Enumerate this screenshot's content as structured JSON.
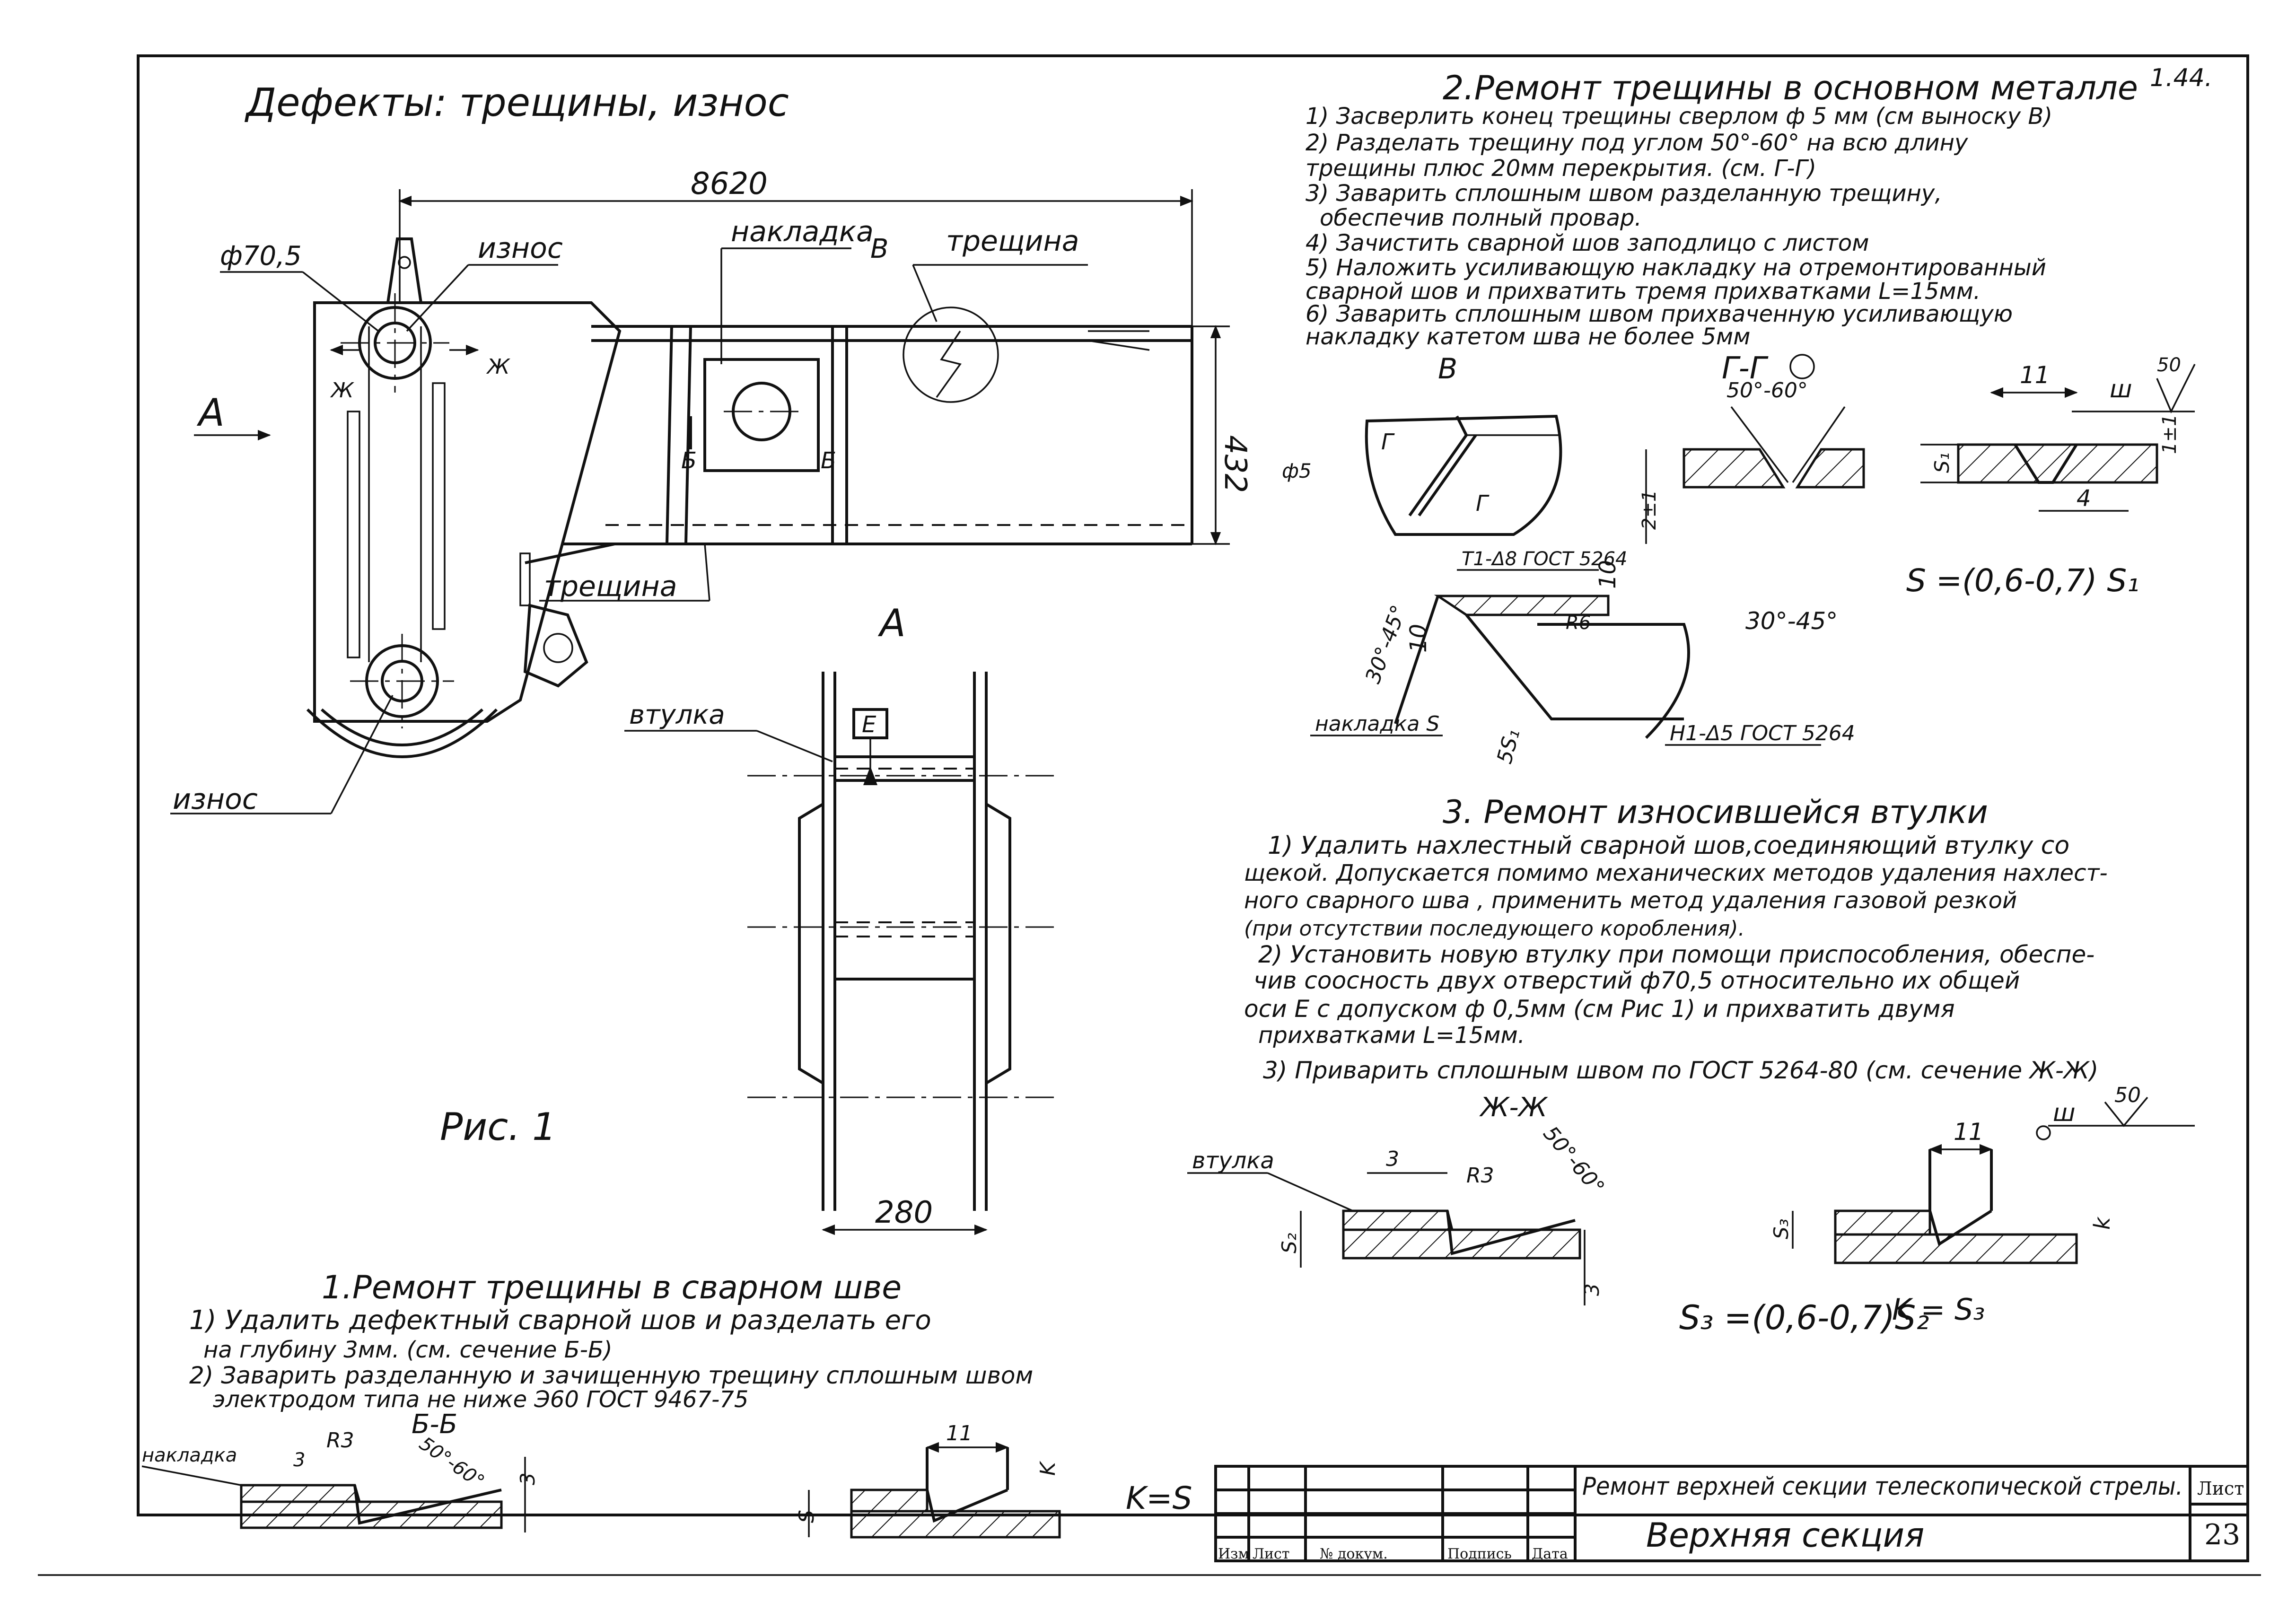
{
  "sheet": {
    "top_code": "1.44.",
    "defects_title": "Дефекты: трещины, износ"
  },
  "figure1": {
    "dim_length": "8620",
    "dim_height": "432",
    "dim_width": "280",
    "hole_diameter": "ф70,5",
    "label_wear_top": "износ",
    "label_wear_bottom": "износ",
    "label_plate": "накладка",
    "label_B": "В",
    "label_crack_top": "трещина",
    "label_crack_bottom": "трещина",
    "label_A_arrow": "А",
    "label_A_view": "А",
    "label_B_section": "Б",
    "label_zh": "Ж",
    "label_bushing": "втулка",
    "label_E": "Е",
    "caption": "Рис. 1"
  },
  "section2": {
    "title": "2.Ремонт трещины в основном металле",
    "lines": [
      "1) Засверлить конец трещины сверлом ф 5 мм (см выноску В)",
      "2) Разделать трещину под углом 50°-60° на всю длину",
      "трещины плюс 20мм перекрытия. (см. Г-Г)",
      "3) Заварить сплошным швом разделанную трещину,",
      "обеспечив полный провар.",
      "4) Зачистить сварной шов заподлицо с листом",
      "5) Наложить усиливающую накладку на отремонтированный",
      "сварной шов и прихватить тремя прихватками L=15мм.",
      "6) Заварить сплошным швом прихваченную усиливающую",
      "накладку катетом шва не более 5мм"
    ],
    "detail_B": "В",
    "phi5": "ф5",
    "G_marks": "Г",
    "section_GG": "Г-Г",
    "angle_GG": "50°-60°",
    "dim_2_1": "2±1",
    "weld_T1": "Т1-Δ8 ГОСТ 5264",
    "dim_10a": "10",
    "dim_10b": "10",
    "angle_30_45a": "30°-45°",
    "angle_30_45b": "30°-45°",
    "R6": "R6",
    "label_plate_S": "накладка S",
    "dim_5S1": "5S₁",
    "weld_H1": "Н1-Δ5 ГОСТ 5264",
    "dim_11": "11",
    "weld_sym": "ш",
    "dim_50": "50",
    "dim_S1": "S₁",
    "dim_1_1": "1±1",
    "dim_4": "4",
    "formula": "S =(0,6-0,7) S₁"
  },
  "section3": {
    "title": "3. Ремонт износившейся втулки",
    "lines": [
      "1) Удалить нахлестный сварной шов,соединяющий втулку со",
      "щекой. Допускается помимо механических методов удаления нахлест-",
      "ного сварного шва , применить метод удаления газовой резкой",
      "(при отсутствии последующего коробления).",
      "2) Установить новую втулку при помощи приспособления, обеспе-",
      "чив соосность двух отверстий ф70,5 относительно их общей",
      "оси Е с допуском ф 0,5мм (см Рис 1) и прихватить двумя",
      "прихватками L=15мм.",
      "3) Приварить сплошным швом по ГОСТ 5264-80 (см. сечение Ж-Ж)"
    ],
    "section_label": "Ж-Ж",
    "label_bushing": "втулка",
    "dim_3a": "3",
    "R3": "R3",
    "angle": "50°-60°",
    "dim_S2": "S₂",
    "dim_3b": "3",
    "dim_11": "11",
    "weld_sym": "ш",
    "dim_50": "50",
    "dim_S3": "S₃",
    "dim_k": "k",
    "formula1": "S₃ =(0,6-0,7)S₂",
    "formula2": "K = S₃"
  },
  "section1": {
    "title": "1.Ремонт трещины в сварном шве",
    "lines": [
      "1) Удалить дефектный сварной шов и разделать его",
      "на глубину 3мм. (см. сечение Б-Б)",
      "2) Заварить разделанную и зачищенную трещину сплошным швом",
      "электродом типа не ниже Э60 ГОСТ 9467-75"
    ],
    "section_label": "Б-Б",
    "label_plate": "накладка",
    "R3": "R3",
    "dim_3a": "3",
    "angle": "50°-60°",
    "dim_3b": "3",
    "dim_11": "11",
    "dim_S": "S",
    "dim_k": "K",
    "formula": "K=S"
  },
  "title_block": {
    "headers": [
      "Изм",
      "Лист",
      "№ докум.",
      "Подпись",
      "Дата"
    ],
    "description": "Ремонт верхней секции телескопической стрелы.",
    "section_name": "Верхняя секция",
    "sheet_label": "Лист",
    "sheet_number": "23"
  }
}
